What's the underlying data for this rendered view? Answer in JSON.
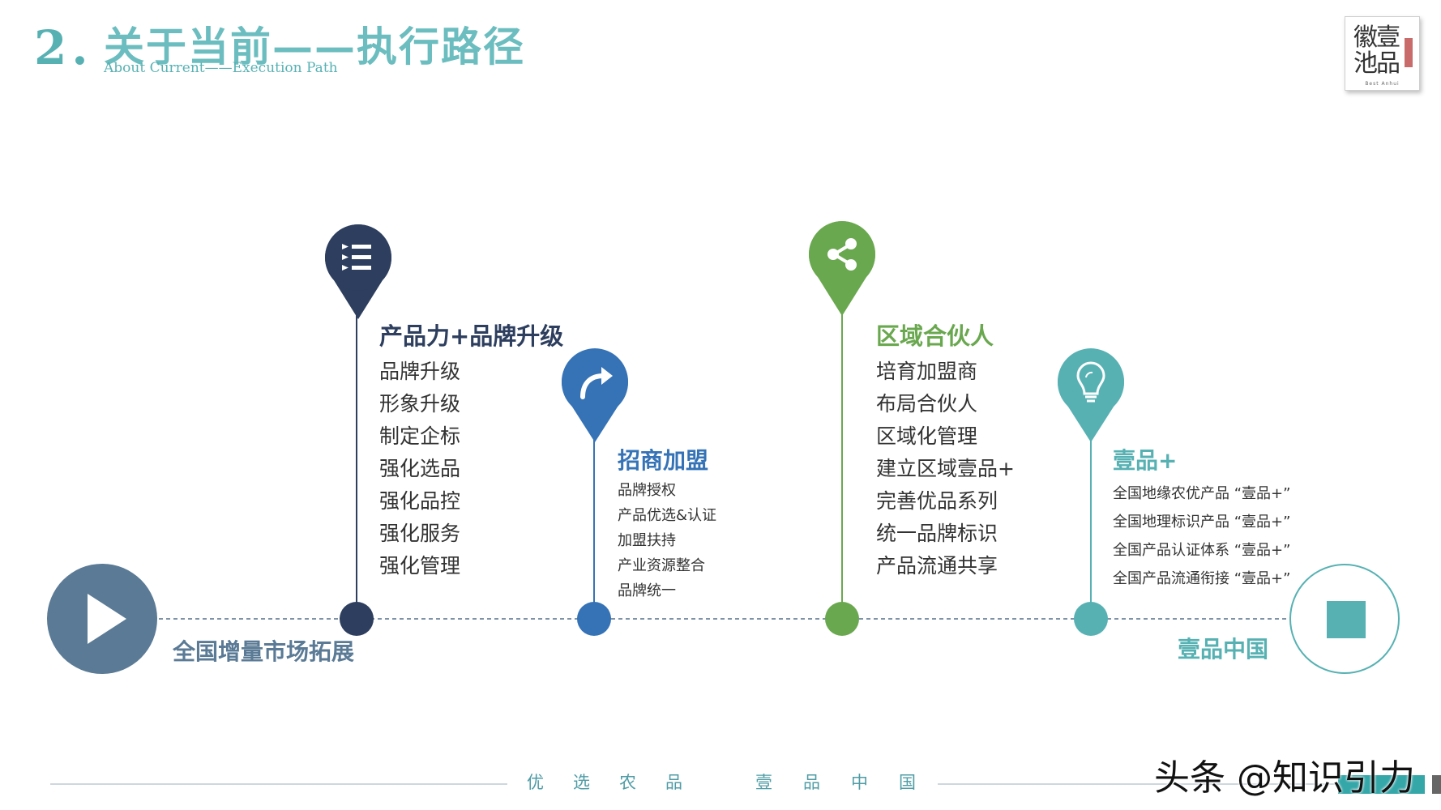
{
  "header": {
    "number": "2.",
    "title": "关于当前——执行路径",
    "subtitle": "About Current——Execution Path"
  },
  "logo": {
    "text": "徽壹池品",
    "small_text": "Best Anhui"
  },
  "timeline": {
    "start_label": "全国增量市场拓展",
    "end_label": "壹品中国",
    "start_icon": "play-icon",
    "end_icon": "stop-icon"
  },
  "sections": [
    {
      "title": "产品力+品牌升级",
      "icon": "list-icon",
      "color": "#2d3e5e",
      "items": [
        "品牌升级",
        "形象升级",
        "制定企标",
        "强化选品",
        "强化品控",
        "强化服务",
        "强化管理"
      ]
    },
    {
      "title": "招商加盟",
      "icon": "share-arrow-icon",
      "color": "#3573b6",
      "items": [
        "品牌授权",
        "产品优选&认证",
        "加盟扶持",
        "产业资源整合",
        "品牌统一"
      ]
    },
    {
      "title": "区域合伙人",
      "icon": "share-nodes-icon",
      "color": "#6aa84f",
      "items": [
        "培育加盟商",
        "布局合伙人",
        "区域化管理",
        "建立区域壹品+",
        "完善优品系列",
        "统一品牌标识",
        "产品流通共享"
      ]
    },
    {
      "title": "壹品+",
      "icon": "lightbulb-icon",
      "color": "#57b1b3",
      "items": [
        "全国地缘农优产品 “壹品+”",
        "全国地理标识产品 “壹品+”",
        "全国产品认证体系 “壹品+”",
        "全国产品流通衔接 “壹品+”"
      ]
    }
  ],
  "footer": {
    "left": "优选农品",
    "right": "壹品中国"
  },
  "watermark": "头条 @知识引力"
}
